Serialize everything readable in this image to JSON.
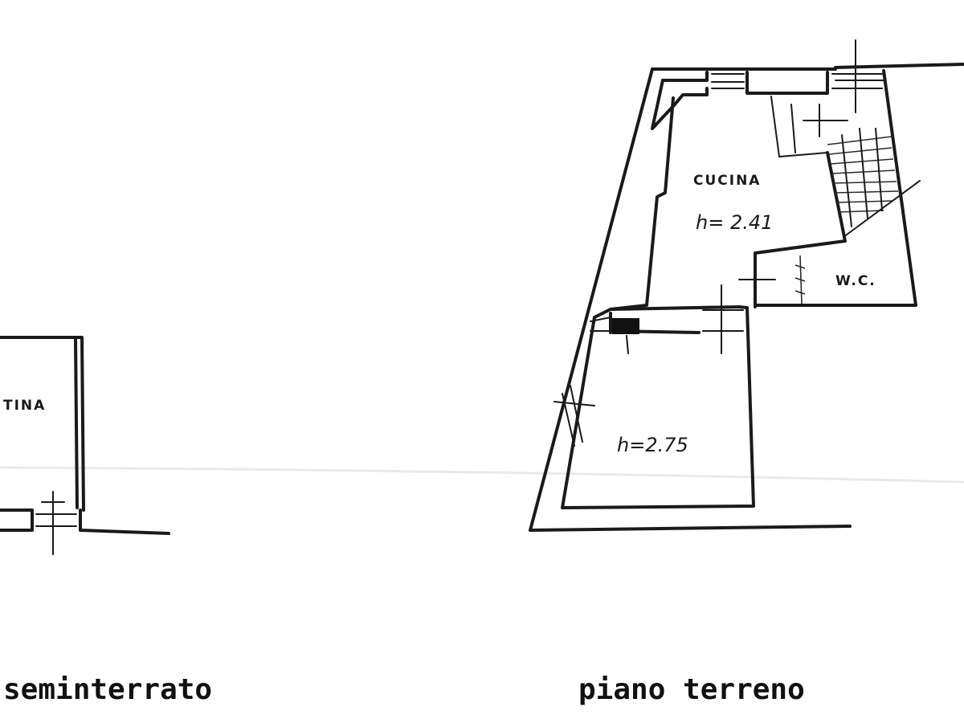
{
  "plan": {
    "basement": {
      "room_label": "TINA",
      "floor_label": "seminterrato"
    },
    "ground_floor": {
      "kitchen_label": "CUCINA",
      "kitchen_height": "h= 2.41",
      "wc_label": "W.C.",
      "room_height": "h=2.75",
      "floor_label": "piano terreno"
    }
  }
}
